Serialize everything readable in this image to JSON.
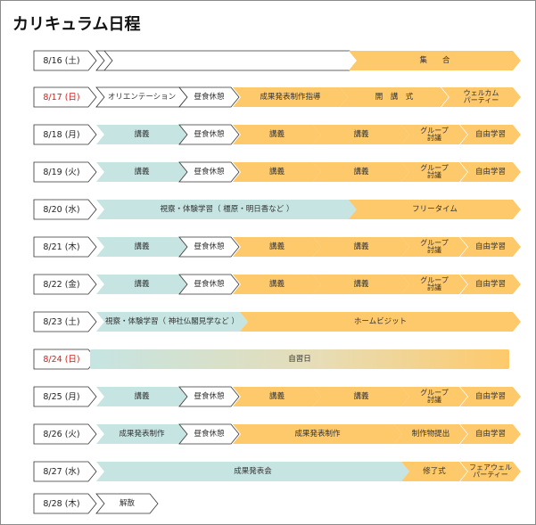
{
  "title": "カリキュラム日程",
  "colors": {
    "teal": "#c5e4e2",
    "orange": "#fec96a",
    "white": "#ffffff",
    "outline": "#333333",
    "red": "#d0201f"
  },
  "rows": [
    {
      "date": "8/16 (土)",
      "red": false,
      "cells": [
        {
          "label": "",
          "style": "white-dbl"
        },
        {
          "label": "集　　合",
          "style": "orange"
        }
      ]
    },
    {
      "date": "8/17 (日)",
      "red": true,
      "cells": [
        {
          "label": "オリエンテーション",
          "style": "white"
        },
        {
          "label": "昼食休憩",
          "style": "white"
        },
        {
          "label": "成果発表制作指導",
          "style": "orange"
        },
        {
          "label": "開　講　式",
          "style": "orange"
        },
        {
          "label": "ウェルカム\nパーティー",
          "style": "orange"
        }
      ]
    },
    {
      "date": "8/18 (月)",
      "red": false,
      "cells": [
        {
          "label": "講義",
          "style": "teal"
        },
        {
          "label": "昼食休憩",
          "style": "white"
        },
        {
          "label": "講義",
          "style": "orange"
        },
        {
          "label": "講義",
          "style": "orange"
        },
        {
          "label": "グループ\n討議",
          "style": "orange"
        },
        {
          "label": "自由学習",
          "style": "orange"
        }
      ]
    },
    {
      "date": "8/19 (火)",
      "red": false,
      "cells": [
        {
          "label": "講義",
          "style": "teal"
        },
        {
          "label": "昼食休憩",
          "style": "white"
        },
        {
          "label": "講義",
          "style": "orange"
        },
        {
          "label": "講義",
          "style": "orange"
        },
        {
          "label": "グループ\n討議",
          "style": "orange"
        },
        {
          "label": "自由学習",
          "style": "orange"
        }
      ]
    },
    {
      "date": "8/20 (水)",
      "red": false,
      "cells": [
        {
          "label": "視察・体験学習（ 橿原・明日香など ）",
          "style": "teal"
        },
        {
          "label": "フリータイム",
          "style": "orange"
        }
      ]
    },
    {
      "date": "8/21 (木)",
      "red": false,
      "cells": [
        {
          "label": "講義",
          "style": "teal"
        },
        {
          "label": "昼食休憩",
          "style": "white"
        },
        {
          "label": "講義",
          "style": "orange"
        },
        {
          "label": "講義",
          "style": "orange"
        },
        {
          "label": "グループ\n討議",
          "style": "orange"
        },
        {
          "label": "自由学習",
          "style": "orange"
        }
      ]
    },
    {
      "date": "8/22 (金)",
      "red": false,
      "cells": [
        {
          "label": "講義",
          "style": "teal"
        },
        {
          "label": "昼食休憩",
          "style": "white"
        },
        {
          "label": "講義",
          "style": "orange"
        },
        {
          "label": "講義",
          "style": "orange"
        },
        {
          "label": "グループ\n討議",
          "style": "orange"
        },
        {
          "label": "自由学習",
          "style": "orange"
        }
      ]
    },
    {
      "date": "8/23 (土)",
      "red": false,
      "cells": [
        {
          "label": "視察・体験学習（ 神社仏閣見学など ）",
          "style": "teal"
        },
        {
          "label": "ホームビジット",
          "style": "orange"
        }
      ]
    },
    {
      "date": "8/24 (日)",
      "red": true,
      "cells": [
        {
          "label": "自習日",
          "style": "gradient"
        }
      ]
    },
    {
      "date": "8/25 (月)",
      "red": false,
      "cells": [
        {
          "label": "講義",
          "style": "teal"
        },
        {
          "label": "昼食休憩",
          "style": "white"
        },
        {
          "label": "講義",
          "style": "orange"
        },
        {
          "label": "講義",
          "style": "orange"
        },
        {
          "label": "グループ\n討議",
          "style": "orange"
        },
        {
          "label": "自由学習",
          "style": "orange"
        }
      ]
    },
    {
      "date": "8/26 (火)",
      "red": false,
      "cells": [
        {
          "label": "成果発表制作",
          "style": "teal"
        },
        {
          "label": "昼食休憩",
          "style": "white"
        },
        {
          "label": "成果発表制作",
          "style": "orange"
        },
        {
          "label": "制作物提出",
          "style": "orange"
        },
        {
          "label": "自由学習",
          "style": "orange"
        }
      ]
    },
    {
      "date": "8/27 (水)",
      "red": false,
      "cells": [
        {
          "label": "成果発表会",
          "style": "teal"
        },
        {
          "label": "修了式",
          "style": "orange"
        },
        {
          "label": "フェアウェル\nパーティー",
          "style": "orange"
        }
      ]
    },
    {
      "date": "8/28 (木)",
      "red": false,
      "cells": [
        {
          "label": "解散",
          "style": "white"
        }
      ]
    }
  ]
}
